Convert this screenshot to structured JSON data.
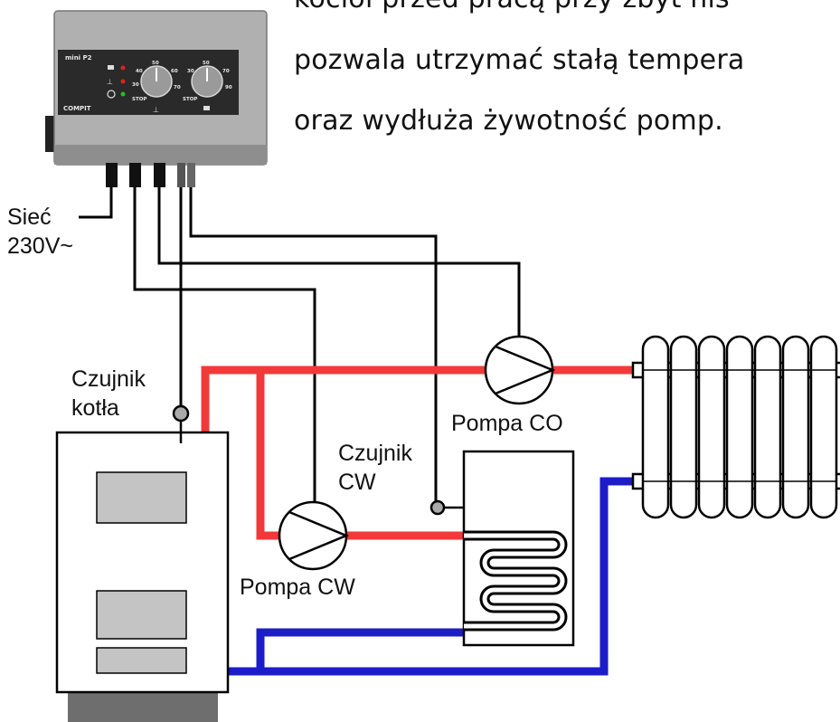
{
  "paragraph": {
    "line1": "kocioł przed pracą przy zbyt nis",
    "line2": "pozwala utrzymać stałą tempera",
    "line3": "oraz wydłuża żywotność pomp."
  },
  "labels": {
    "siec": "Sieć",
    "voltage": "230V~",
    "czujnik_kotla_1": "Czujnik",
    "czujnik_kotla_2": "kotła",
    "czujnik_cw_1": "Czujnik",
    "czujnik_cw_2": "CW",
    "pompa_co": "Pompa CO",
    "pompa_cw": "Pompa CW"
  },
  "controller": {
    "model": "mini P2",
    "brand": "COMPIT",
    "dial1_ticks": [
      "40",
      "50",
      "60",
      "70",
      "30"
    ],
    "dial2_ticks": [
      "30",
      "50",
      "70",
      "90"
    ],
    "stop": "STOP"
  },
  "colors": {
    "hot_pipe": "#f03a3a",
    "cold_pipe": "#1c1cc8",
    "wire": "#000000",
    "controller_body": "#a9a9a9",
    "controller_panel": "#2a2a2a",
    "panel_box": "#c4c4c4"
  }
}
